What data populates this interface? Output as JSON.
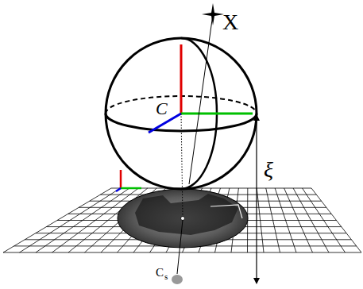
{
  "diagram": {
    "labels": [
      "X",
      "C",
      "ξ",
      "C",
      "s"
    ]
  }
}
